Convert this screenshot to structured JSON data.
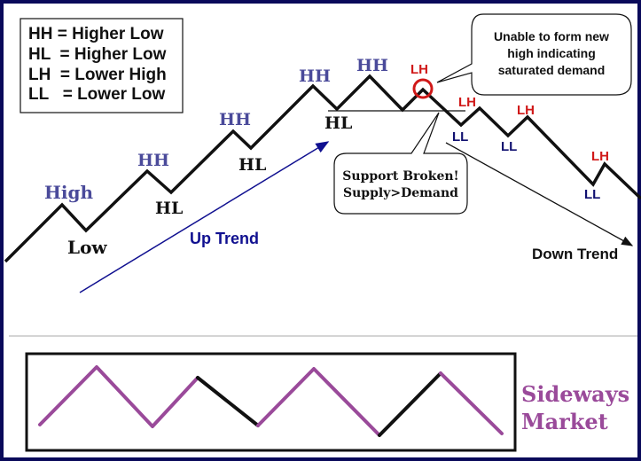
{
  "legend": {
    "items": [
      "HH = Higher Low",
      "HL  = Higher Low",
      "LH  = Lower High",
      "LL   = Lower Low"
    ]
  },
  "uptrend": {
    "labels": [
      "High",
      "Low",
      "HH",
      "HL",
      "HH",
      "HL",
      "HH",
      "HL",
      "HH"
    ],
    "trend_label": "Up Trend"
  },
  "downtrend": {
    "labels": [
      "LH",
      "LL",
      "LH",
      "LL",
      "LH",
      "LL",
      "LH"
    ],
    "trend_label": "Down Trend"
  },
  "callouts": {
    "saturated": [
      "Unable to form new",
      "high indicating",
      "saturated demand"
    ],
    "support": [
      "Support Broken!",
      "Supply>Demand"
    ]
  },
  "sideways": {
    "title_lines": [
      "Sideways",
      "Market"
    ]
  },
  "colors": {
    "border": "#0a0a5a",
    "hh": "#4a4a9a",
    "lh": "#d01818",
    "ll": "#101070",
    "uptrend": "#101090",
    "sideways": "#9a4a9a"
  }
}
